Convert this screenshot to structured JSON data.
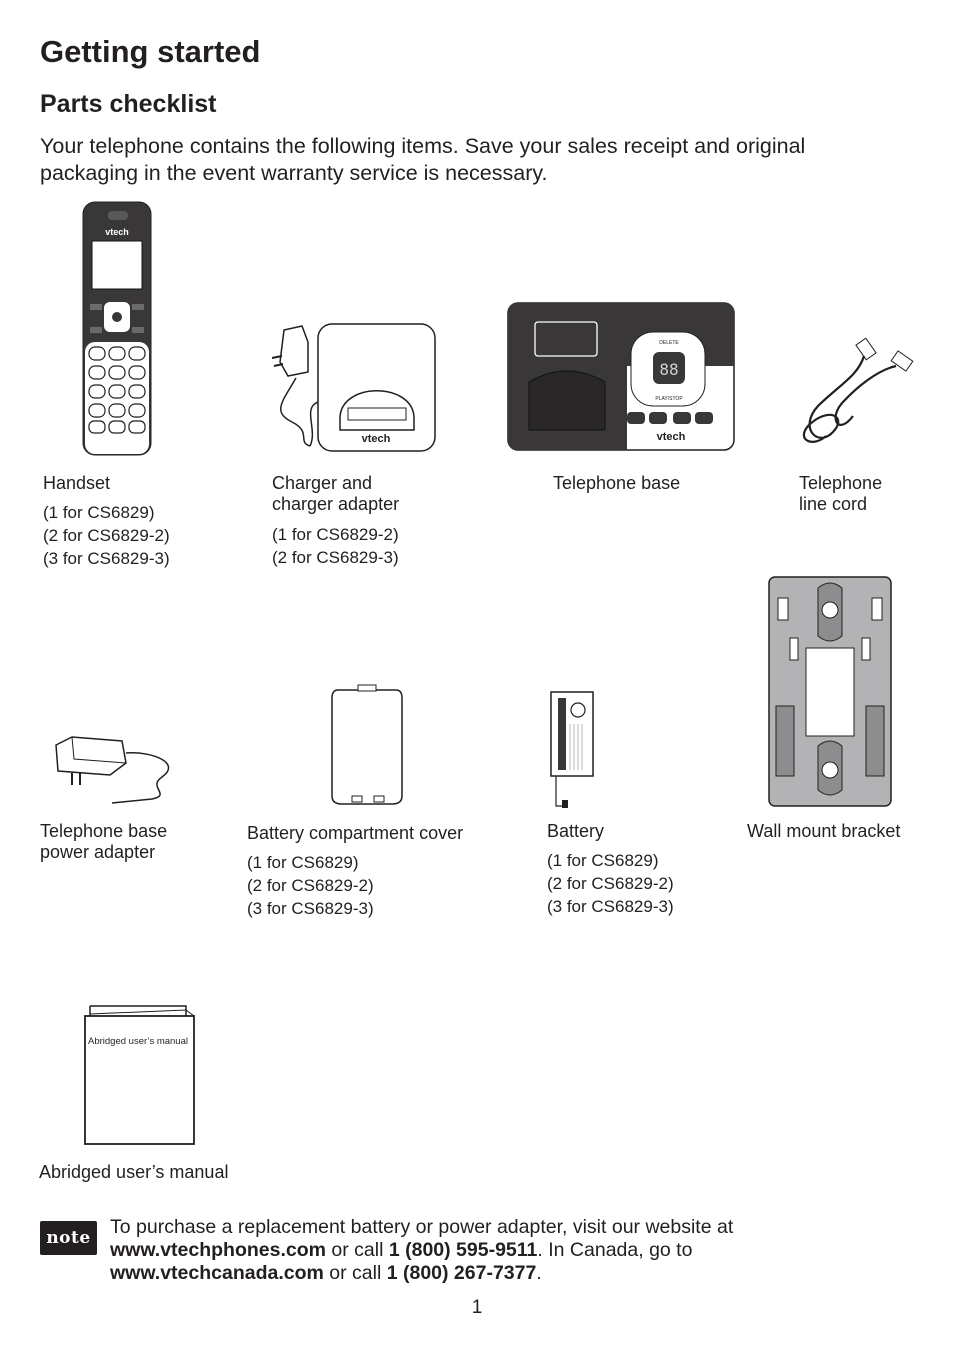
{
  "header": {
    "title": "Getting started",
    "subtitle": "Parts checklist",
    "intro": "Your telephone contains the following items. Save your sales receipt and original packaging in the event warranty service is necessary."
  },
  "items": [
    {
      "name": "Handset",
      "details": [
        "(1 for CS6829)",
        "(2 for CS6829-2)",
        "(3 for CS6829-3)"
      ]
    },
    {
      "name_lines": [
        "Charger and",
        "charger adapter"
      ],
      "details": [
        "(1 for CS6829-2)",
        "(2 for CS6829-3)"
      ]
    },
    {
      "name": "Telephone base"
    },
    {
      "name_lines": [
        "Telephone",
        "line cord"
      ]
    },
    {
      "name_lines": [
        "Telephone base",
        "power adapter"
      ]
    },
    {
      "name": "Battery compartment cover",
      "details": [
        "(1 for CS6829)",
        "(2 for CS6829-2)",
        "(3 for CS6829-3)"
      ]
    },
    {
      "name": "Battery",
      "details": [
        "(1 for CS6829)",
        "(2 for CS6829-2)",
        "(3 for CS6829-3)"
      ]
    },
    {
      "name": "Wall mount bracket"
    },
    {
      "name": "Abridged user’s manual"
    }
  ],
  "illustration_text": {
    "handset_brand": "vtech",
    "charger_brand": "vtech",
    "base_brand": "vtech",
    "base_display": "88",
    "base_delete": "DELETE",
    "base_play": "PLAY/STOP",
    "manual_cover": "Abridged user’s manual"
  },
  "note": {
    "badge": "note",
    "t1": "To purchase a replacement battery or power adapter, visit our website at",
    "url1": "www.vtechphones.com",
    "t2": " or call ",
    "phone1": "1 (800) 595-9511",
    "t3": ". In Canada, go to",
    "url2": "www.vtechcanada.com",
    "t4": " or call ",
    "phone2": "1 (800) 267-7377",
    "t5": "."
  },
  "page_number": "1"
}
